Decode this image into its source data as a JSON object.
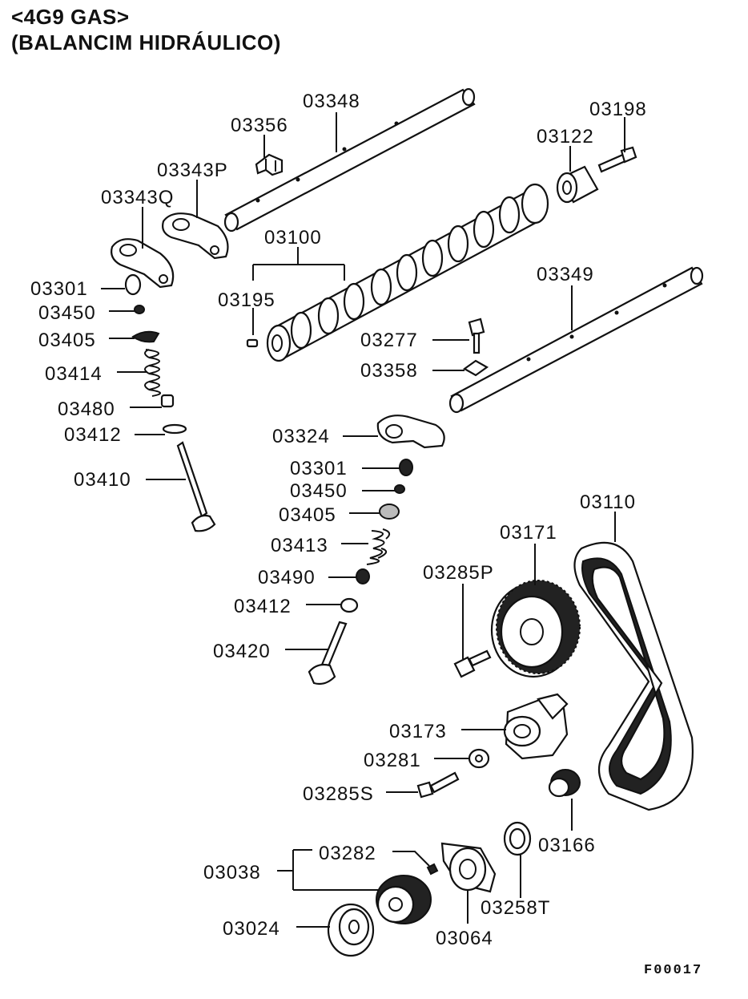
{
  "title": {
    "line1": "<4G9 GAS>",
    "line2": "(BALANCIM HIDRÁULICO)"
  },
  "figure_code": "F00017",
  "labels": {
    "p03348": "03348",
    "p03356": "03356",
    "p03198": "03198",
    "p03122": "03122",
    "p03343P": "03343P",
    "p03343Q": "03343Q",
    "p03100": "03100",
    "p03301a": "03301",
    "p03195": "03195",
    "p03450a": "03450",
    "p03349": "03349",
    "p03405a": "03405",
    "p03277": "03277",
    "p03414": "03414",
    "p03358": "03358",
    "p03480": "03480",
    "p03412a": "03412",
    "p03324": "03324",
    "p03410": "03410",
    "p03301b": "03301",
    "p03450b": "03450",
    "p03110": "03110",
    "p03405b": "03405",
    "p03171": "03171",
    "p03413": "03413",
    "p03285P": "03285P",
    "p03490": "03490",
    "p03412b": "03412",
    "p03420": "03420",
    "p03173": "03173",
    "p03281": "03281",
    "p03285S": "03285S",
    "p03282": "03282",
    "p03038": "03038",
    "p03166": "03166",
    "p03258T": "03258T",
    "p03024": "03024",
    "p03064": "03064"
  }
}
